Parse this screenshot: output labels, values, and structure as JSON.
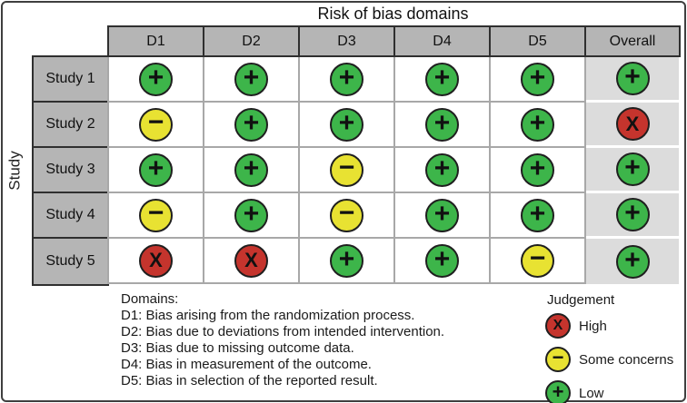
{
  "chart_data": {
    "type": "table",
    "title": "Risk of bias domains",
    "ylabel": "Study",
    "columns": [
      "D1",
      "D2",
      "D3",
      "D4",
      "D5",
      "Overall"
    ],
    "rows": [
      "Study 1",
      "Study 2",
      "Study 3",
      "Study 4",
      "Study 5"
    ],
    "judgements": [
      [
        "low",
        "low",
        "low",
        "low",
        "low",
        "low"
      ],
      [
        "some",
        "low",
        "low",
        "low",
        "low",
        "high"
      ],
      [
        "low",
        "low",
        "some",
        "low",
        "low",
        "low"
      ],
      [
        "some",
        "low",
        "some",
        "low",
        "low",
        "low"
      ],
      [
        "high",
        "high",
        "low",
        "low",
        "some",
        "low"
      ]
    ],
    "symbols": {
      "low": "+",
      "some": "−",
      "high": "X"
    },
    "colors": {
      "low": "#3db54a",
      "some": "#e8e232",
      "high": "#c5342d",
      "header_bg": "#b5b5b5",
      "overall_bg": "#dcdcdc",
      "grid_line": "#a8a8a8"
    },
    "domains_note": {
      "heading": "Domains:",
      "items": [
        "D1: Bias arising from the randomization process.",
        "D2: Bias due to deviations from intended intervention.",
        "D3: Bias due to missing outcome data.",
        "D4: Bias in measurement of the outcome.",
        "D5: Bias in selection of the reported result."
      ]
    },
    "legend": {
      "title": "Judgement",
      "items": [
        {
          "label": "High",
          "level": "high"
        },
        {
          "label": "Some concerns",
          "level": "some"
        },
        {
          "label": "Low",
          "level": "low"
        }
      ]
    }
  }
}
